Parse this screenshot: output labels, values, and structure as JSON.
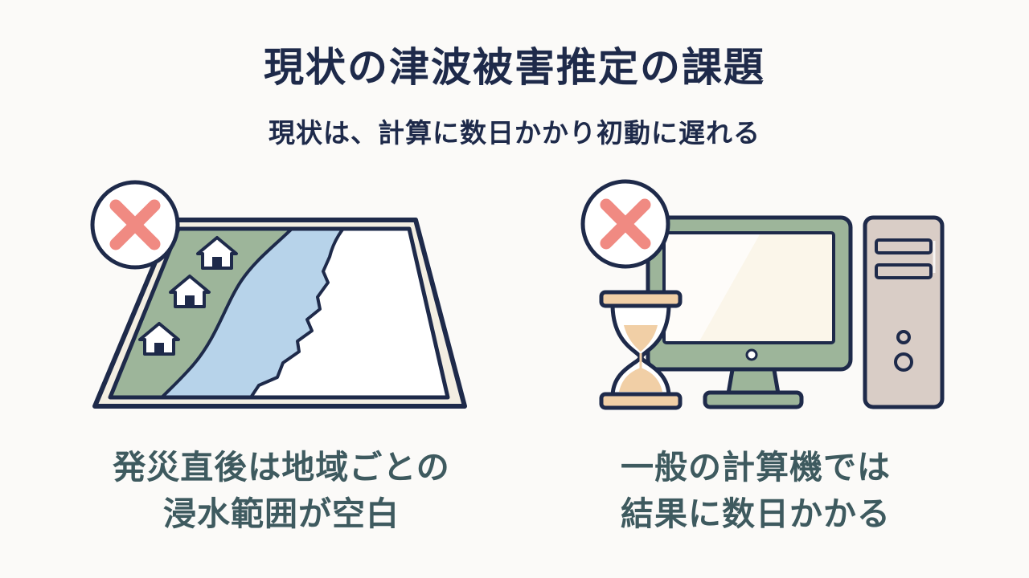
{
  "header": {
    "title": "現状の津波被害推定の課題",
    "subtitle": "現状は、計算に数日かかり初動に遅れる"
  },
  "panels": [
    {
      "caption_lines": [
        "発災直後は地域ごとの",
        "浸水範囲が空白"
      ]
    },
    {
      "caption_lines": [
        "一般の計算機では",
        "結果に数日かかる"
      ]
    }
  ],
  "colors": {
    "outline": "#1E2A4A",
    "land": "#9DB59A",
    "water": "#B7D3EA",
    "frame": "#F3EEE2",
    "cross": "#F08A82",
    "monitor": "#9DB59A",
    "screen": "#FBF6EA",
    "tower": "#D9CDC6",
    "sand": "#F1CFA6",
    "caption": "#3E5A5F"
  },
  "icons": {
    "left": [
      "cross-icon",
      "map-icon",
      "house-icon"
    ],
    "right": [
      "cross-icon",
      "hourglass-icon",
      "monitor-icon",
      "pc-tower-icon"
    ]
  }
}
